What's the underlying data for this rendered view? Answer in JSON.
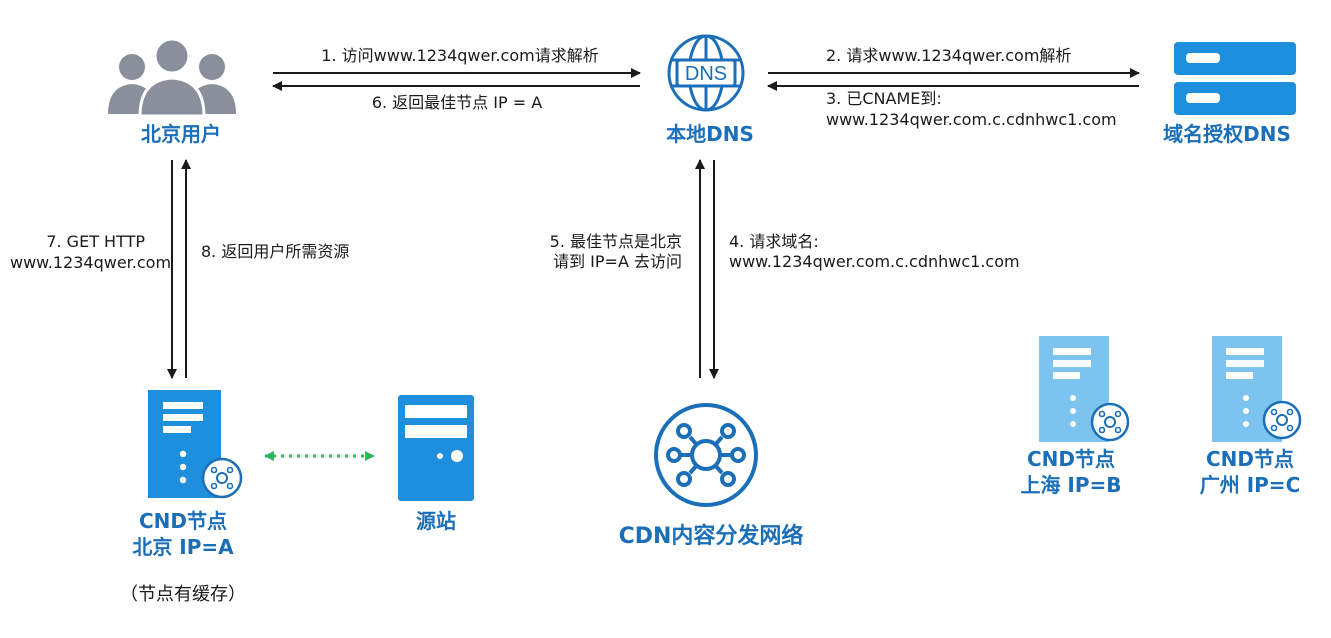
{
  "colors": {
    "accent": "#1b6fb8",
    "server_blue": "#1e8fdc",
    "server_light": "#7cc3ef",
    "user_gray": "#8a8f9c",
    "arrow": "#1a1a1a",
    "link_green": "#2fb65a"
  },
  "nodes": {
    "beijing_user": {
      "title": "北京用户",
      "icon": "users-icon"
    },
    "local_dns": {
      "title": "本地DNS",
      "icon": "dns-globe-icon",
      "badge": "DNS"
    },
    "auth_dns": {
      "title": "域名授权DNS",
      "icon": "server-rack-icon"
    },
    "cdn_beijing": {
      "title_line1": "CND节点",
      "title_line2": "北京 IP=A",
      "note": "（节点有缓存）",
      "icon": "cdn-server-icon"
    },
    "origin": {
      "title": "源站",
      "icon": "server-icon"
    },
    "cdn_network": {
      "title": "CDN内容分发网络",
      "icon": "network-hub-icon"
    },
    "cdn_shanghai": {
      "title_line1": "CND节点",
      "title_line2": "上海 IP=B",
      "icon": "cdn-server-icon"
    },
    "cdn_guangzhou": {
      "title_line1": "CND节点",
      "title_line2": "广州 IP=C",
      "icon": "cdn-server-icon"
    }
  },
  "steps": {
    "s1": "1. 访问www.1234qwer.com请求解析",
    "s2": "2.  请求www.1234qwer.com解析",
    "s3_line1": "3. 已CNAME到:",
    "s3_line2": "www.1234qwer.com.c.cdnhwc1.com",
    "s4_line1": "4. 请求域名:",
    "s4_line2": "www.1234qwer.com.c.cdnhwc1.com",
    "s5_line1": "5. 最佳节点是北京",
    "s5_line2": "请到 IP=A 去访问",
    "s6": "6. 返回最佳节点 IP = A",
    "s7_line1": "7. GET HTTP",
    "s7_line2": "www.1234qwer.com",
    "s8": "8. 返回用户所需资源"
  }
}
